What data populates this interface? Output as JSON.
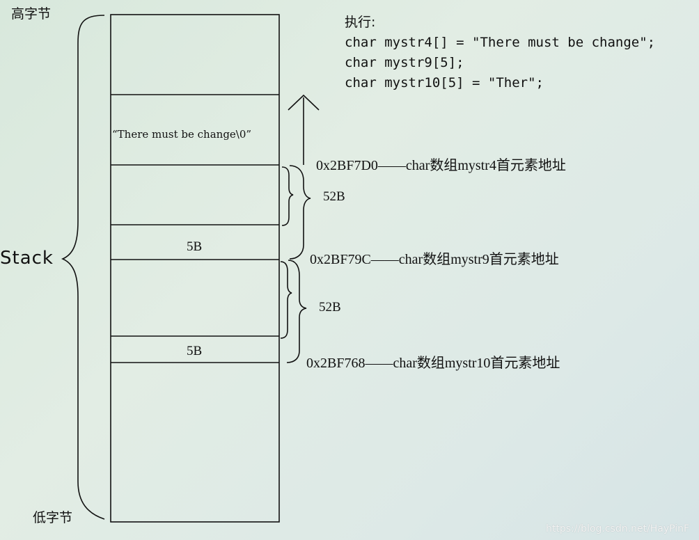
{
  "labels": {
    "high_byte": "高字节",
    "low_byte": "低字节",
    "stack": "Stack"
  },
  "code": {
    "title": "执行:",
    "lines": [
      "char mystr4[] = \"There must be change\";",
      "char mystr9[5];",
      "char mystr10[5] = \"Ther\";"
    ]
  },
  "cells": {
    "string_content": "“There must be change\\0”",
    "gap_a": "5B",
    "gap_b": "5B"
  },
  "sizes": {
    "block_a": "52B",
    "block_b": "52B"
  },
  "addresses": [
    "0x2BF7D0——char数组mystr4首元素地址",
    "0x2BF79C——char数组mystr9首元素地址",
    "0x2BF768——char数组mystr10首元素地址"
  ],
  "watermark": "https://blog.csdn.net/HayPinF"
}
